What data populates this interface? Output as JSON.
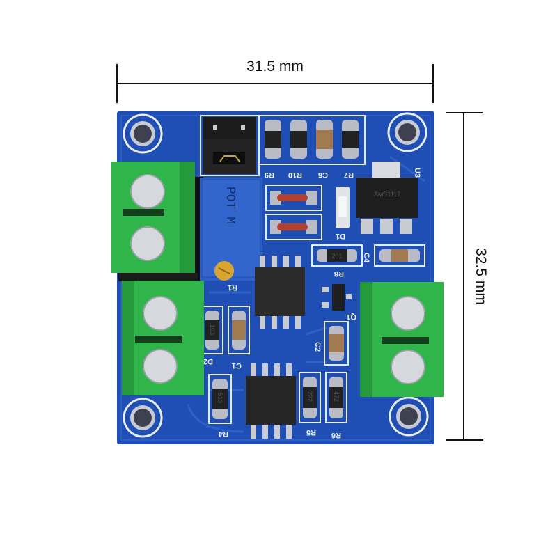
{
  "dimensions": {
    "width_label": "31.5 mm",
    "height_label": "32.5 mm"
  },
  "board": {
    "pcb_color": "#1f4fb4",
    "terminal_color": "#2fb54a",
    "silkscreen": {
      "r9": "R9",
      "r10": "R10",
      "c6": "C6",
      "r7": "R7",
      "u3": "U3",
      "d1": "D1",
      "c4": "C4",
      "r8": "R8",
      "q1": "Q1",
      "c2": "C2",
      "r1": "R1",
      "d2": "D2",
      "c1": "C1",
      "r4": "R4",
      "r5": "R5",
      "r6": "R6"
    },
    "pot_marking": "POT M",
    "regulator_marking": "AMS1117",
    "resistor_codes": [
      "103",
      "513",
      "222",
      "472",
      "201"
    ]
  }
}
